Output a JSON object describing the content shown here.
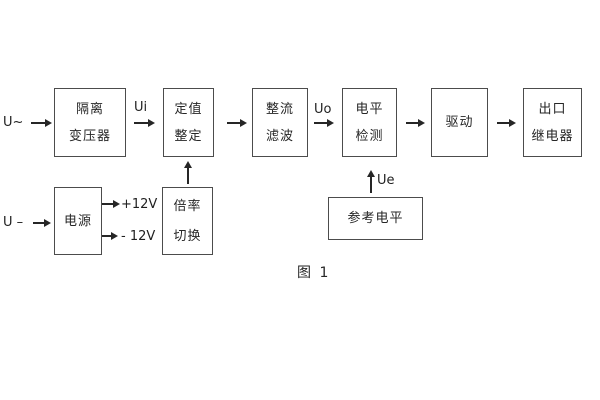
{
  "figure": {
    "caption": "图 1"
  },
  "colors": {
    "background": "#ffffff",
    "box_border": "#4c4c4c",
    "arrow": "#262626",
    "text": "#262626"
  },
  "labels": {
    "input_ac": "U~",
    "input_dc": "U –",
    "signal_ui": "Ui",
    "signal_uo": "Uo",
    "signal_ue": "Ue",
    "rail_pos": "+12V",
    "rail_neg": "- 12V"
  },
  "blocks": [
    {
      "id": "isolation-transformer",
      "lines": [
        "隔离",
        "变压器"
      ]
    },
    {
      "id": "value-setting",
      "lines": [
        "定值",
        "整定"
      ]
    },
    {
      "id": "rectifier-filter",
      "lines": [
        "整流",
        "滤波"
      ]
    },
    {
      "id": "level-detection",
      "lines": [
        "电平",
        "检测"
      ]
    },
    {
      "id": "driver",
      "lines": [
        "驱动"
      ]
    },
    {
      "id": "output-relay",
      "lines": [
        "出口",
        "继电器"
      ]
    },
    {
      "id": "power-supply",
      "lines": [
        "电源"
      ]
    },
    {
      "id": "ratio-switch",
      "lines": [
        "倍率",
        "切换"
      ]
    },
    {
      "id": "reference-level",
      "lines": [
        "参考电平"
      ]
    }
  ]
}
